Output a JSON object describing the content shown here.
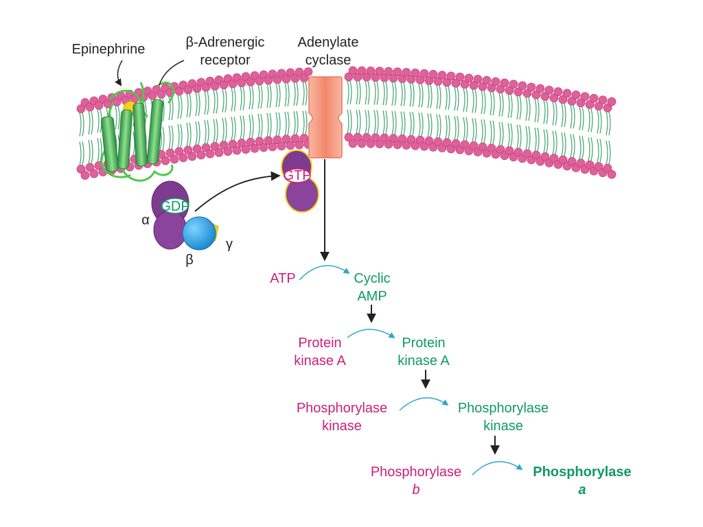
{
  "labels": {
    "epinephrine": "Epinephrine",
    "receptor_line1": "β-Adrenergic",
    "receptor_line2": "receptor",
    "cyclase_line1": "Adenylate",
    "cyclase_line2": "cyclase",
    "gdp": "GDP",
    "gtp": "GTP",
    "alpha": "α",
    "beta": "β",
    "gamma": "γ"
  },
  "cascade": [
    {
      "from": [
        "ATP"
      ],
      "to": [
        "Cyclic",
        "AMP"
      ]
    },
    {
      "from": [
        "Protein",
        "kinase A"
      ],
      "to": [
        "Protein",
        "kinase A"
      ]
    },
    {
      "from": [
        "Phosphorylase",
        "kinase"
      ],
      "to": [
        "Phosphorylase",
        "kinase"
      ]
    },
    {
      "from": [
        "Phosphorylase",
        "b"
      ],
      "to": [
        "Phosphorylase",
        "a"
      ]
    }
  ],
  "colors": {
    "inactive": "#cc1f7a",
    "active": "#0f9a63",
    "lipid_head": "#e0609a",
    "tail": "#3aa36a",
    "receptor": "#5fbf6a",
    "cyclase": "#f59a80",
    "g_alpha": "#7e3b8f",
    "g_beta": "#1e9de0",
    "g_gamma": "#f4d21a",
    "arrow_cycle": "#2aa7c9"
  }
}
